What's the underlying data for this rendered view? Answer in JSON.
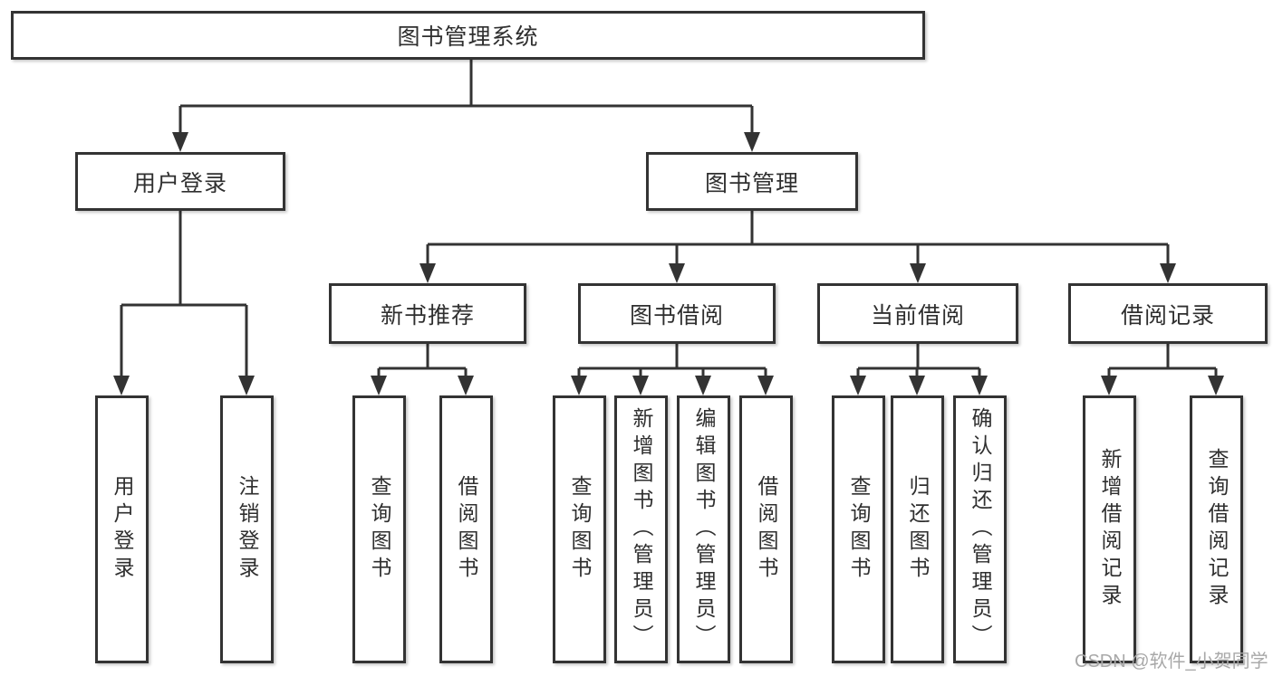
{
  "diagram_title": "图书管理系统",
  "colors": {
    "line": "#333333",
    "text": "#2f2f2f",
    "box_background": "#ffffff",
    "watermark": "#a8a8a8"
  },
  "tree": {
    "root": {
      "label": "图书管理系统"
    },
    "level2": [
      {
        "label": "用户登录",
        "leaves": [
          "用户登录",
          "注销登录"
        ]
      },
      {
        "label": "图书管理",
        "children": [
          {
            "label": "新书推荐",
            "leaves": [
              "查询图书",
              "借阅图书"
            ]
          },
          {
            "label": "图书借阅",
            "leaves": [
              "查询图书",
              "新增图书（管理员）",
              "编辑图书（管理员）",
              "借阅图书"
            ]
          },
          {
            "label": "当前借阅",
            "leaves": [
              "查询图书",
              "归还图书",
              "确认归还（管理员）"
            ]
          },
          {
            "label": "借阅记录",
            "leaves": [
              "新增借阅记录",
              "查询借阅记录"
            ]
          }
        ]
      }
    ]
  },
  "watermark": {
    "text": "CSDN @软件_小贺同学"
  }
}
